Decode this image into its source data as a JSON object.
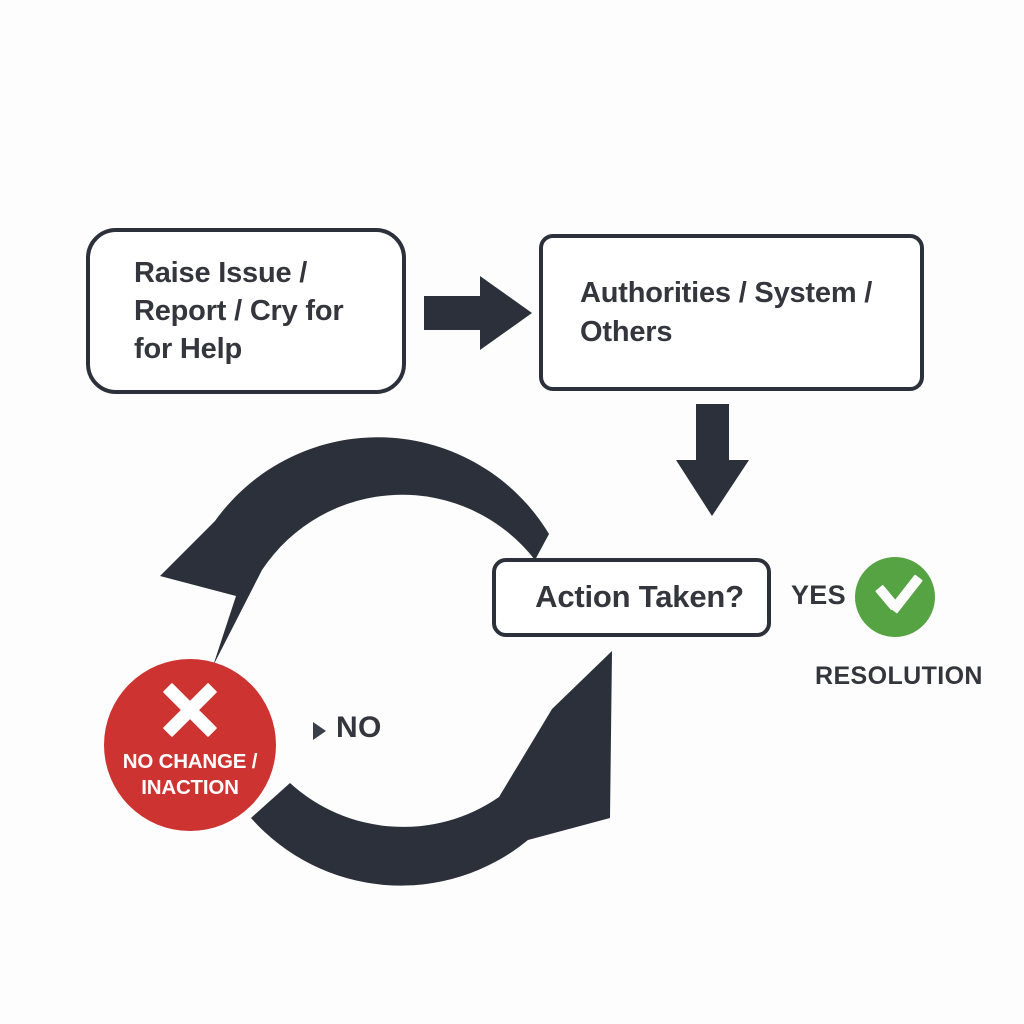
{
  "diagram": {
    "title_visible": false,
    "background_color": "#fdfdfd",
    "ink_color": "#2b303a",
    "nodes": [
      {
        "id": "raise-issue",
        "label": "Raise Issue /\nReport / Cry for\nfor Help",
        "shape": "rounded-rectangle"
      },
      {
        "id": "authorities",
        "label": "Authorities / System /\nOthers",
        "shape": "rectangle"
      },
      {
        "id": "action-taken",
        "label": "Action Taken?",
        "shape": "rectangle-decision"
      }
    ],
    "outcomes": {
      "negative": {
        "label": "NO CHANGE /\nINACTION",
        "icon": "cross-icon",
        "color": "#cd3330"
      },
      "positive": {
        "label": "RESOLUTION",
        "icon": "check-icon",
        "color": "#56a343"
      }
    },
    "edge_labels": {
      "yes": "YES",
      "no": "NO"
    },
    "arrows": [
      {
        "id": "raise-to-authorities",
        "direction": "right",
        "style": "straight-block"
      },
      {
        "id": "authorities-to-action",
        "direction": "down",
        "style": "straight-block"
      },
      {
        "id": "action-to-no-change",
        "direction": "counter-clockwise-top",
        "style": "curved-block"
      },
      {
        "id": "no-change-to-action",
        "direction": "clockwise-bottom",
        "style": "curved-block"
      }
    ]
  }
}
